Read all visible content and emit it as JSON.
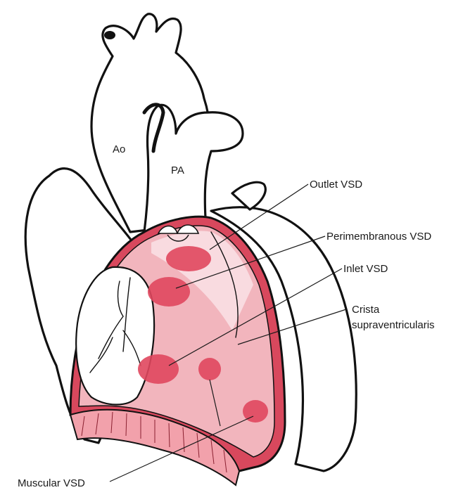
{
  "labels": {
    "aorta": "Ao",
    "pulmonary_artery": "PA",
    "outlet_vsd": "Outlet VSD",
    "perimembranous_vsd": "Perimembranous VSD",
    "inlet_vsd": "Inlet VSD",
    "crista_line1": "Crista",
    "crista_line2": "supraventricularis",
    "muscular_vsd": "Muscular VSD"
  },
  "colors": {
    "wall_red": "#d8485d",
    "interior_pink": "#f2b5bd",
    "upper_pink": "#f9dbe0",
    "defect_red": "#e0475e",
    "outline": "#111111"
  }
}
